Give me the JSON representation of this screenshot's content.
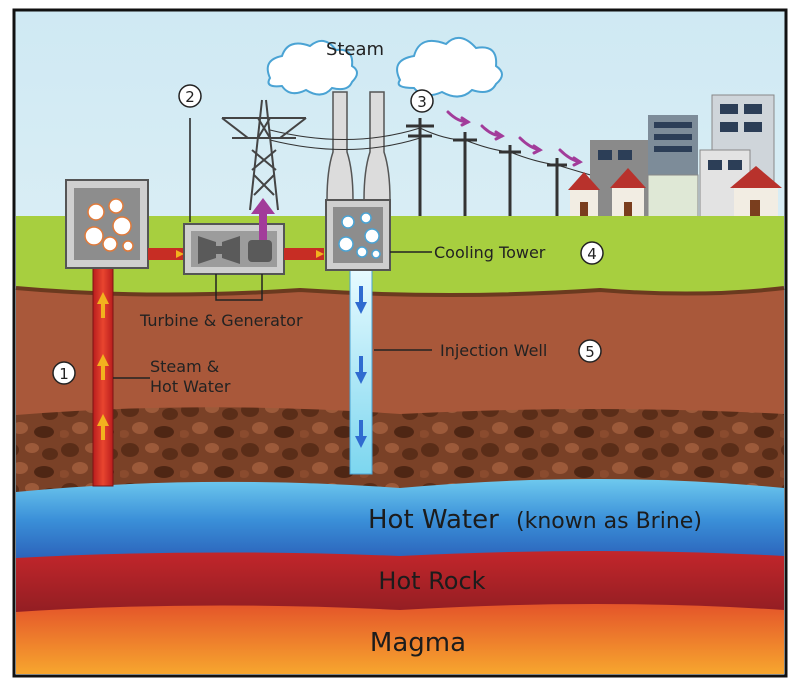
{
  "labels": {
    "steam_cloud": "Steam",
    "steam_hot_water_line1": "Steam &",
    "steam_hot_water_line2": "Hot Water",
    "turbine_generator": "Turbine & Generator",
    "cooling_tower": "Cooling Tower",
    "injection_well": "Injection Well"
  },
  "markers": {
    "m1": "1",
    "m2": "2",
    "m3": "3",
    "m4": "4",
    "m5": "5"
  },
  "layers": {
    "hot_water": "Hot Water",
    "hot_water_note": "(known as Brine)",
    "hot_rock": "Hot Rock",
    "magma": "Magma"
  },
  "colors": {
    "sky": "#dcefF6",
    "grass": "#9bc83a",
    "soil": "#a9583a",
    "rocky_soil": "#6e3a22",
    "brine": "#2f7fd0",
    "hot_rock": "#b3262a",
    "magma": "#f0782a",
    "production_pipe": "#d7322a",
    "injection_pipe": "#9fe0f2",
    "flow_arrow": "#f2b21e",
    "power_arrow": "#a23c9a"
  }
}
